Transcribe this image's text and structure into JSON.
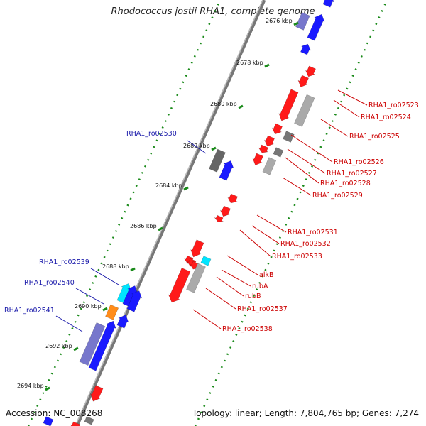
{
  "title": "Rhodococcus jostii RHA1, complete genome",
  "footer": {
    "accession": "Accession: NC_008268",
    "summary": "Topology: linear; Length: 7,804,765 bp; Genes: 7,274"
  },
  "colors": {
    "backbone": "#888888",
    "tick": "#1a8a1a",
    "forward_gene": "#1a1aff",
    "reverse_gene": "#ff1a1a",
    "rna": "#aaaaaa",
    "highlight": "#00e5ff",
    "operon_link": "#ff8c1a",
    "pseudo": "#7777cc",
    "forward_label": "#1a1aaa",
    "reverse_label": "#cc0000"
  },
  "ruler": {
    "unit": "kbp",
    "ticks": [
      {
        "label": "2676 kbp"
      },
      {
        "label": "2678 kbp"
      },
      {
        "label": "2680 kbp"
      },
      {
        "label": "2682 kbp"
      },
      {
        "label": "2684 kbp"
      },
      {
        "label": "2686 kbp"
      },
      {
        "label": "2688 kbp"
      },
      {
        "label": "2690 kbp"
      },
      {
        "label": "2692 kbp"
      },
      {
        "label": "2694 kbp"
      }
    ]
  },
  "forward_labels": [
    {
      "name": "RHA1_ro02530"
    },
    {
      "name": "RHA1_ro02539"
    },
    {
      "name": "RHA1_ro02540"
    },
    {
      "name": "RHA1_ro02541"
    }
  ],
  "reverse_labels": [
    {
      "name": "RHA1_ro02523"
    },
    {
      "name": "RHA1_ro02524"
    },
    {
      "name": "RHA1_ro02525"
    },
    {
      "name": "RHA1_ro02526"
    },
    {
      "name": "RHA1_ro02527"
    },
    {
      "name": "RHA1_ro02528"
    },
    {
      "name": "RHA1_ro02529"
    },
    {
      "name": "RHA1_ro02531"
    },
    {
      "name": "RHA1_ro02532"
    },
    {
      "name": "RHA1_ro02533"
    },
    {
      "name": "alkB"
    },
    {
      "name": "rubA"
    },
    {
      "name": "rubB"
    },
    {
      "name": "RHA1_ro02537"
    },
    {
      "name": "RHA1_ro02538"
    }
  ]
}
